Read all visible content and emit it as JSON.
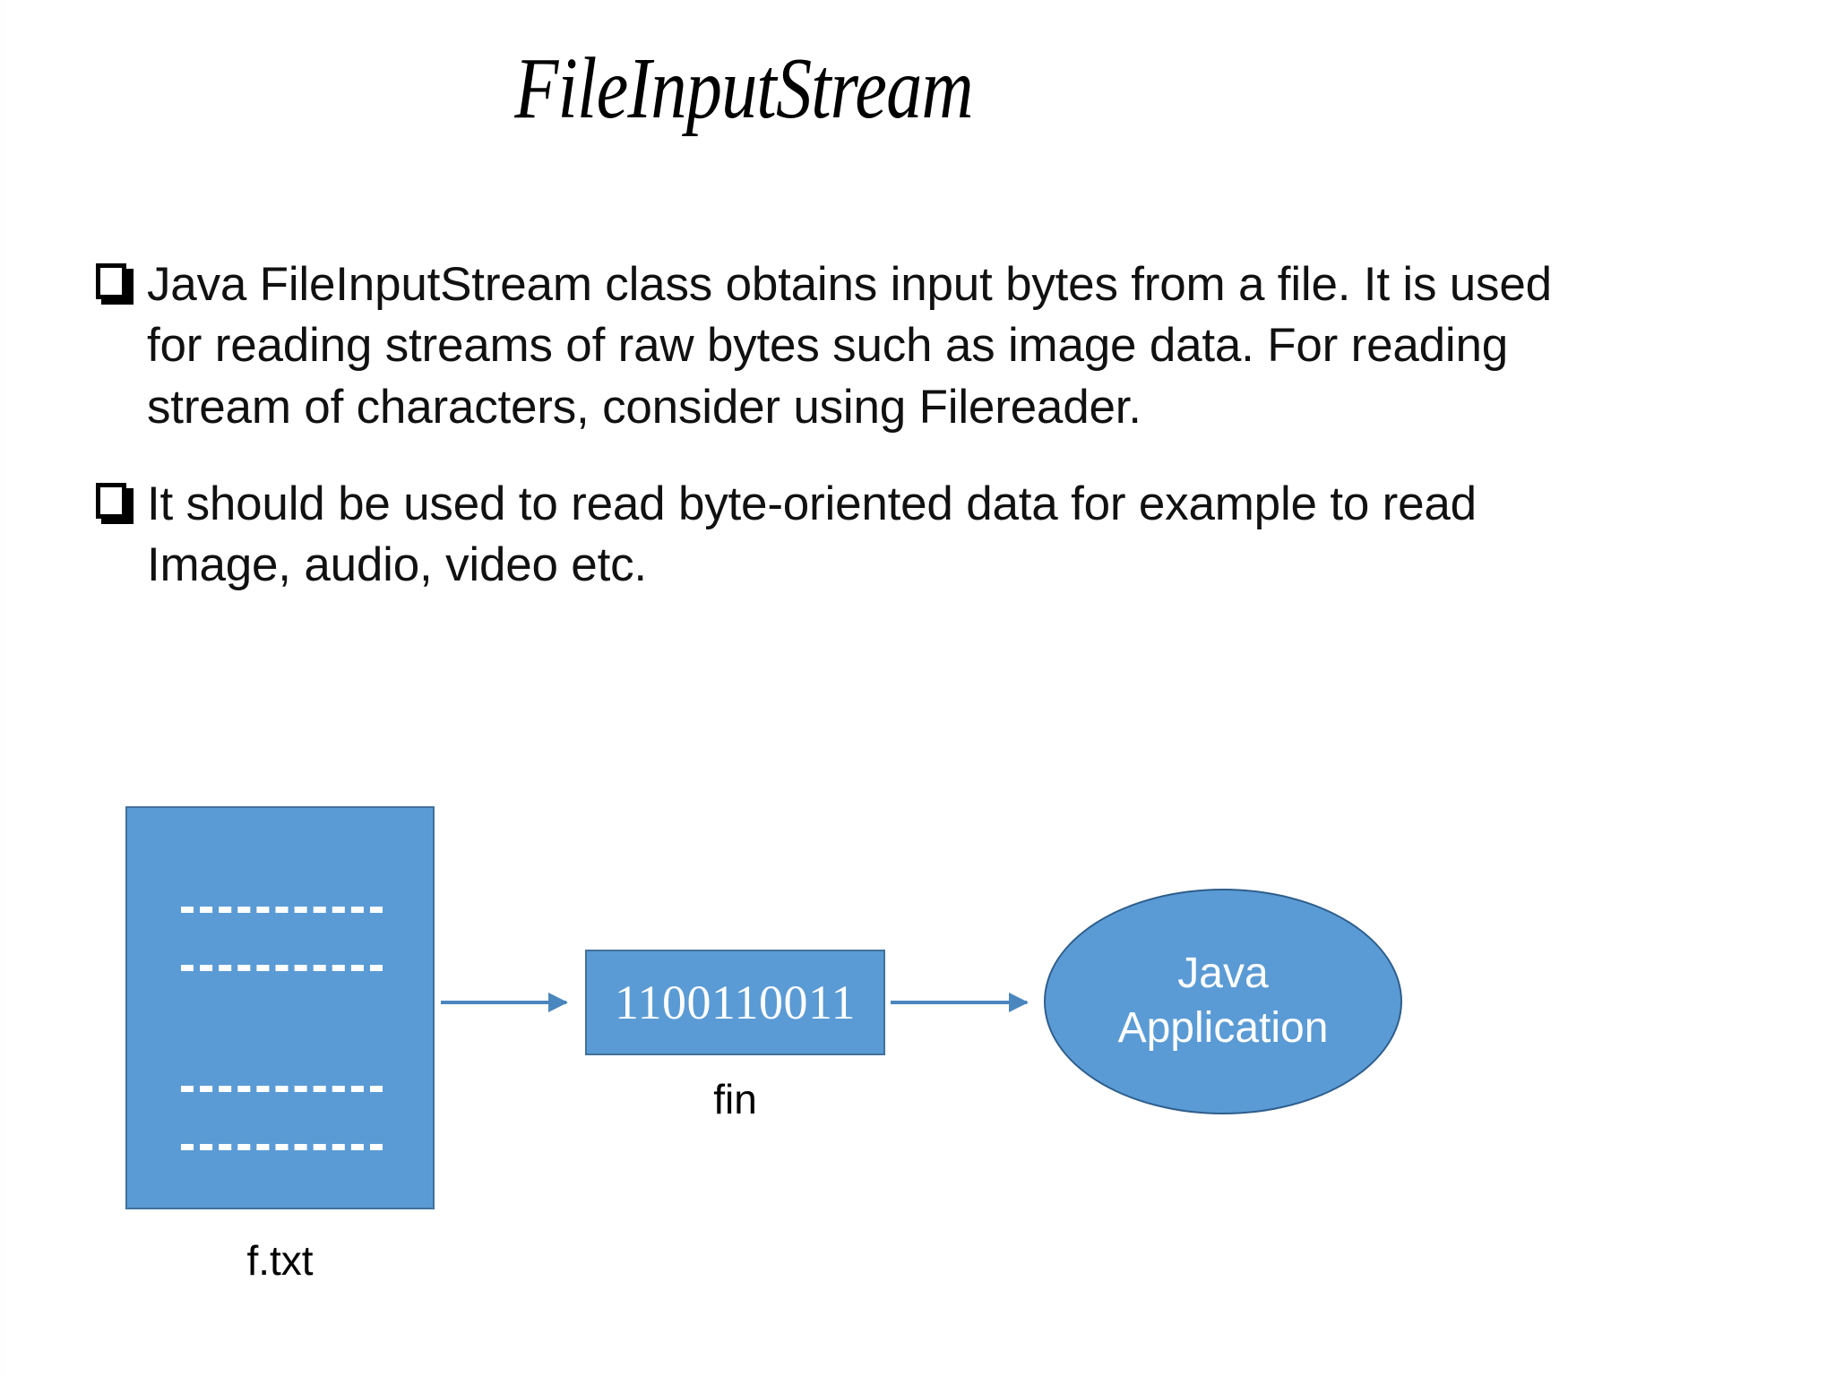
{
  "slide": {
    "title": "FileInputStream",
    "background_color": "#FFFFFF",
    "bullets": [
      {
        "marker": "hollow-square-bullet",
        "text": "Java FileInputStream class obtains input bytes from a file. It is used for reading streams of raw bytes such as image data. For reading stream of characters, consider using Filereader."
      },
      {
        "marker": "hollow-square-bullet",
        "text": "It should be used to read byte-oriented data for example to read Image, audio, video etc."
      }
    ],
    "diagram": {
      "accent_color": "#5B9BD5",
      "border_color": "#41719C",
      "arrow_color": "#4A87BE",
      "file_shape": {
        "label": "f.txt",
        "content_lines": 4,
        "line_style": "white-dashed"
      },
      "stream_box": {
        "value": "1100110011",
        "label": "fin"
      },
      "app_shape": {
        "line1": "Java",
        "line2": "Application"
      },
      "arrows": [
        {
          "name": "file-to-stream-arrow"
        },
        {
          "name": "stream-to-app-arrow"
        }
      ]
    }
  }
}
